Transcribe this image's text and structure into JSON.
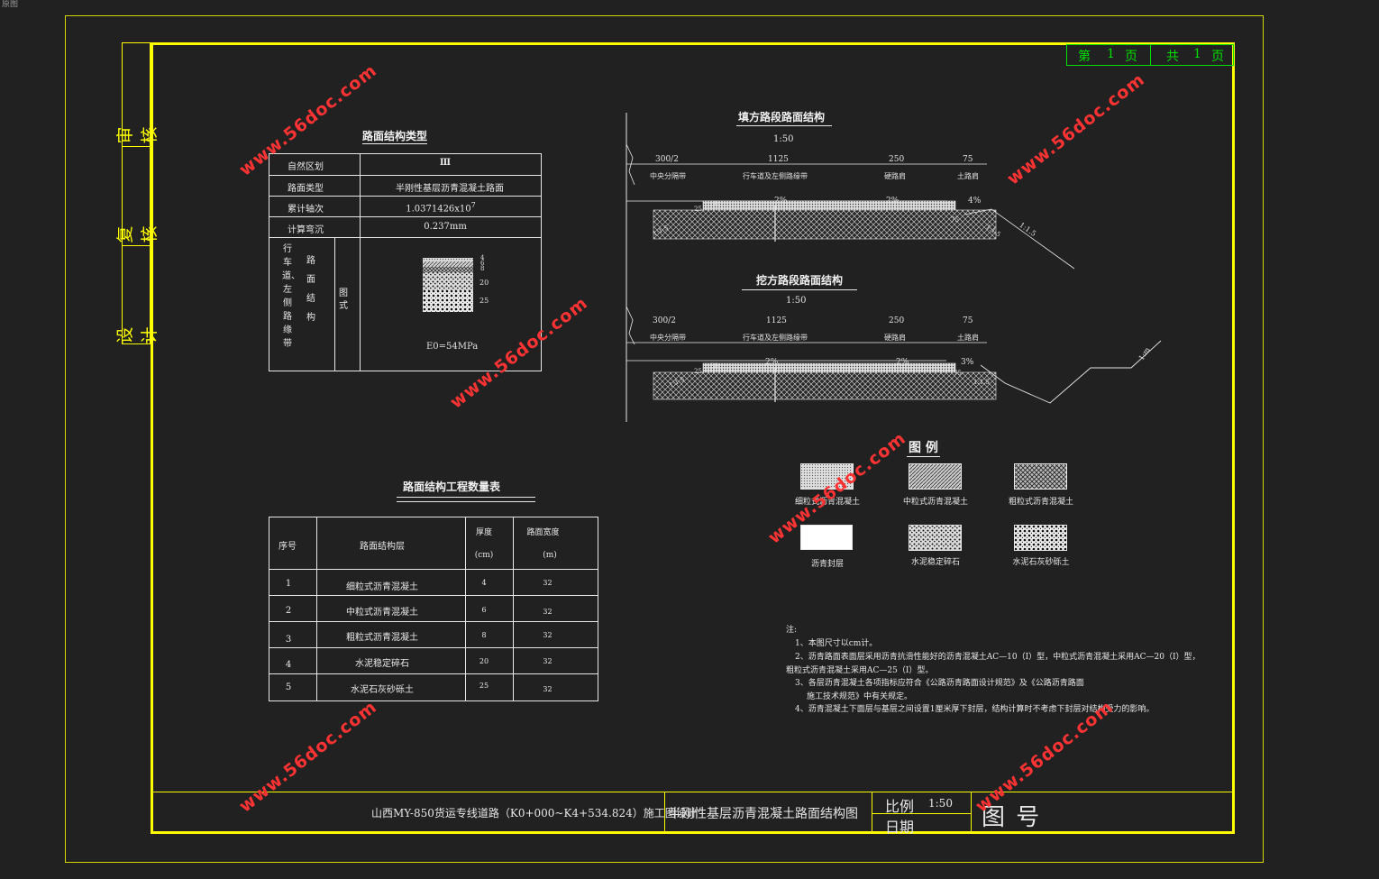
{
  "window": {
    "title": "原图"
  },
  "signature": {
    "review": "审 核",
    "recheck": "复 核",
    "design": "设 计"
  },
  "page_info": {
    "page_label": "第",
    "page_num": "1",
    "page_unit": "页",
    "total_label": "共",
    "total_num": "1",
    "total_unit": "页"
  },
  "structure_type": {
    "title": "路面结构类型",
    "rows": [
      {
        "label": "自然区划",
        "value": "Ⅲ"
      },
      {
        "label": "路面类型",
        "value": "半刚性基层沥青混凝土路面"
      },
      {
        "label": "累计轴次",
        "value": "1.0371426x10",
        "exp": "7"
      },
      {
        "label": "计算弯沉",
        "value": "0.237mm"
      }
    ],
    "left_label": "行车道、左侧路缘带",
    "mid_label": "路面结构",
    "figure_label": "图式",
    "layer_thickness": [
      "4",
      "6",
      "8",
      "20",
      "25"
    ],
    "modulus": "E0=54MPa"
  },
  "quantity_table": {
    "title": "路面结构工程数量表",
    "headers": {
      "no": "序号",
      "layer": "路面结构层",
      "thickness": "厚度",
      "thickness_unit": "(cm)",
      "width": "路面宽度",
      "width_unit": "(m)"
    },
    "rows": [
      {
        "no": "1",
        "layer": "细粒式沥青混凝土",
        "thickness": "4",
        "width": "32"
      },
      {
        "no": "2",
        "layer": "中粒式沥青混凝土",
        "thickness": "6",
        "width": "32"
      },
      {
        "no": "3",
        "layer": "粗粒式沥青混凝土",
        "thickness": "8",
        "width": "32"
      },
      {
        "no": "4",
        "layer": "水泥稳定碎石",
        "thickness": "20",
        "width": "32"
      },
      {
        "no": "5",
        "layer": "水泥石灰砂砾土",
        "thickness": "25",
        "width": "32"
      }
    ]
  },
  "fill_section": {
    "title": "填方路段路面结构",
    "scale": "1:50",
    "dims": [
      "300/2",
      "1125",
      "250",
      "75"
    ],
    "zones": [
      "中央分隔带",
      "行车道及左侧路缘带",
      "硬路肩",
      "土路肩"
    ],
    "slopes": [
      "2%",
      "2%",
      "4%"
    ],
    "side_slopes": [
      "1:1.5",
      "1:1.5",
      "1:1.5"
    ],
    "small_dims": [
      "25",
      "50",
      "75"
    ]
  },
  "cut_section": {
    "title": "挖方路段路面结构",
    "scale": "1:50",
    "dims": [
      "300/2",
      "1125",
      "250",
      "75"
    ],
    "zones": [
      "中央分隔带",
      "行车道及左侧路缘带",
      "硬路肩",
      "土路肩"
    ],
    "slopes": [
      "2%",
      "2%",
      "3%"
    ],
    "side_slopes": [
      "1:1.5",
      "1:1.5",
      "1:m"
    ],
    "small_dims": [
      "25",
      "50",
      "75"
    ]
  },
  "legend": {
    "title": "图 例",
    "items": [
      {
        "label": "细粒式沥青混凝土"
      },
      {
        "label": "中粒式沥青混凝土"
      },
      {
        "label": "粗粒式沥青混凝土"
      },
      {
        "label": "沥青封层"
      },
      {
        "label": "水泥稳定碎石"
      },
      {
        "label": "水泥石灰砂砾土"
      }
    ]
  },
  "notes": {
    "header": "注:",
    "lines": [
      "1、本图尺寸以cm计。",
      "2、沥青路面表面层采用沥青抗滑性能好的沥青混凝土AC—10（I）型，中粒式沥青混凝土采用AC—20（I）型，",
      "粗粒式沥青混凝土采用AC—25（I）型。",
      "3、各层沥青混凝土各项指标应符合《公路沥青路面设计规范》及《公路沥青路面",
      "施工技术规范》中有关规定。",
      "4、沥青混凝土下面层与基层之间设置1厘米厚下封层，结构计算时不考虑下封层对结构受力的影响。"
    ]
  },
  "title_block": {
    "project": "山西MY-850货运专线道路（K0+000~K4+534.824）施工图设计",
    "drawing": "半刚性基层沥青混凝土路面结构图",
    "scale_label": "比例",
    "scale_value": "1:50",
    "date_label": "日期",
    "drawing_no_label": "图  号"
  },
  "watermark": {
    "text": "www.56doc.com"
  },
  "colors": {
    "frame": "#ffff00",
    "page_box": "#00e000",
    "watermark": "#ff3333",
    "line": "#e8e8e8",
    "background": "#212121"
  }
}
